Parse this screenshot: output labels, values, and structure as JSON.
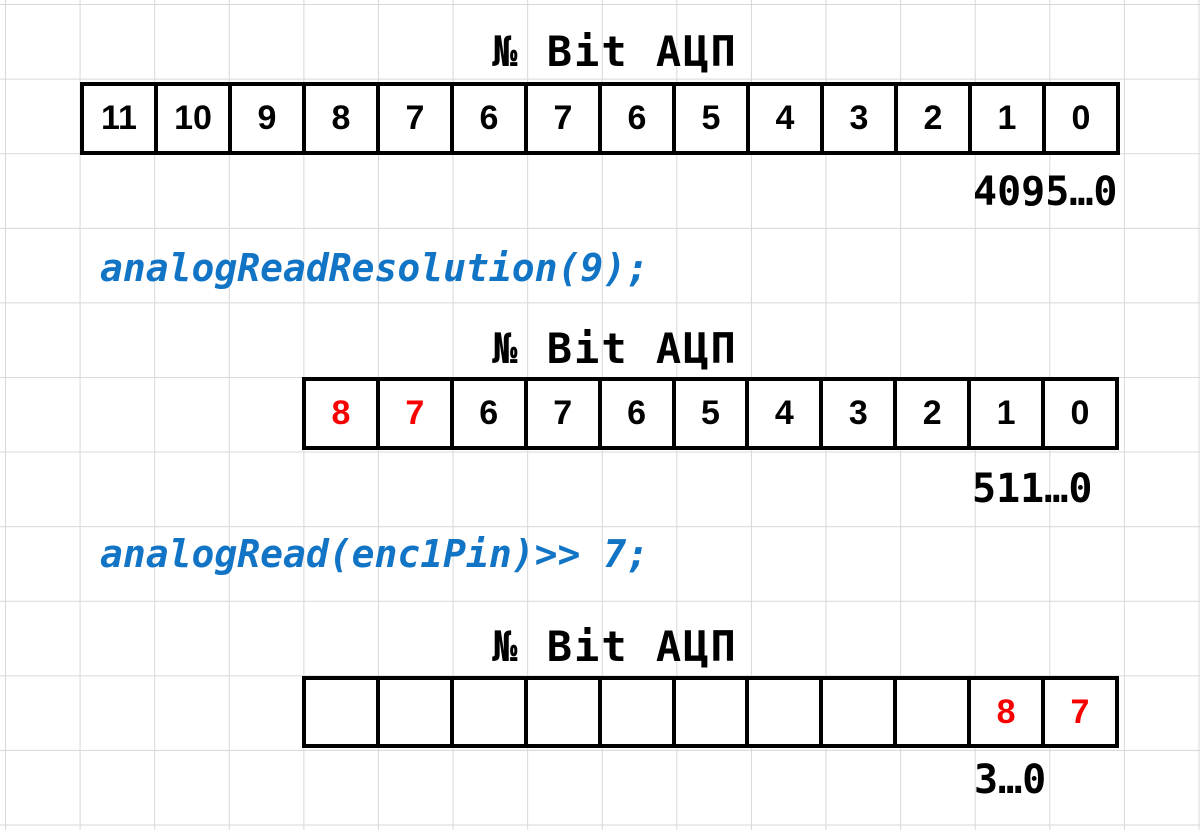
{
  "colors": {
    "red": "#f80000",
    "blue": "#1274c5",
    "grid_line": "#d8d8d8",
    "ink": "#000000"
  },
  "diagrams": [
    {
      "title": "№ Bit АЦП",
      "range_label": "4095…0",
      "cells": [
        {
          "label": "11"
        },
        {
          "label": "10"
        },
        {
          "label": "9"
        },
        {
          "label": "8"
        },
        {
          "label": "7"
        },
        {
          "label": "6"
        },
        {
          "label": "7"
        },
        {
          "label": "6"
        },
        {
          "label": "5"
        },
        {
          "label": "4"
        },
        {
          "label": "3"
        },
        {
          "label": "2"
        },
        {
          "label": "1"
        },
        {
          "label": "0"
        }
      ]
    },
    {
      "title": "№ Bit АЦП",
      "range_label": "511…0",
      "cells": [
        {
          "label": "8",
          "red": true
        },
        {
          "label": "7",
          "red": true
        },
        {
          "label": "6"
        },
        {
          "label": "7"
        },
        {
          "label": "6"
        },
        {
          "label": "5"
        },
        {
          "label": "4"
        },
        {
          "label": "3"
        },
        {
          "label": "2"
        },
        {
          "label": "1"
        },
        {
          "label": "0"
        }
      ]
    },
    {
      "title": "№ Bit АЦП",
      "range_label": "3…0",
      "cells": [
        {
          "label": ""
        },
        {
          "label": ""
        },
        {
          "label": ""
        },
        {
          "label": ""
        },
        {
          "label": ""
        },
        {
          "label": ""
        },
        {
          "label": ""
        },
        {
          "label": ""
        },
        {
          "label": ""
        },
        {
          "label": "8",
          "red": true
        },
        {
          "label": "7",
          "red": true
        }
      ]
    }
  ],
  "code_lines": [
    {
      "text": "analogReadResolution(9);"
    },
    {
      "text": "analogRead(enc1Pin)>> 7;"
    }
  ]
}
